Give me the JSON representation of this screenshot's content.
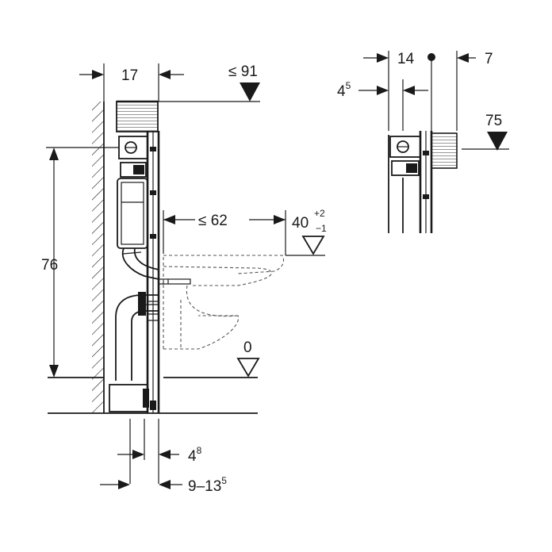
{
  "colors": {
    "ink": "#1a1a1a",
    "paper": "#ffffff",
    "hidden": "#555555"
  },
  "dimensions": {
    "frame_depth": "17",
    "max_top_height": "≤ 91",
    "frame_height": "76",
    "max_bowl_projection": "≤ 62",
    "bowl_height": "40",
    "bowl_height_tol_plus": "+2",
    "bowl_height_tol_minus": "−1",
    "floor_level": "0",
    "foot_offset_base": "4",
    "foot_offset_sup": "8",
    "foot_range_base": "9–13",
    "foot_range_sup": "5",
    "side_depth": "14",
    "side_offset": "7",
    "side_inset_base": "4",
    "side_inset_sup": "5",
    "side_height": "75"
  },
  "icons": {
    "level_marker": "level-triangle-icon",
    "dimension_arrow": "arrow-icon"
  }
}
